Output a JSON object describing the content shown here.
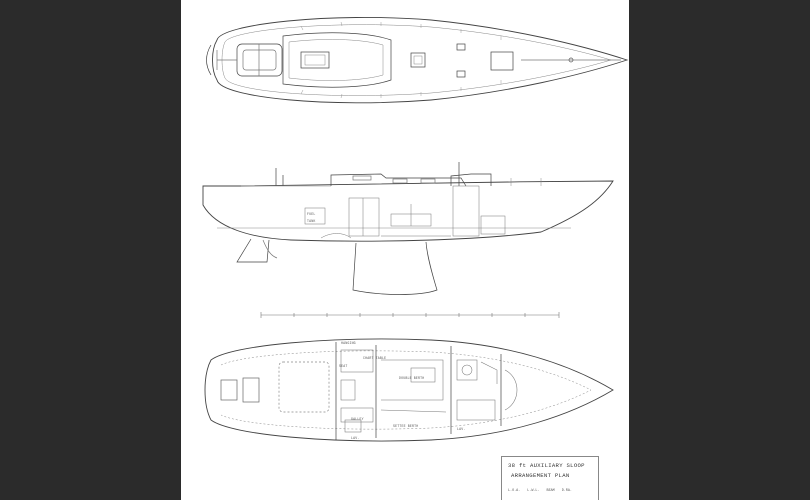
{
  "title_block": {
    "line1": "38 ft AUXILIARY SLOOP",
    "line2": "ARRANGEMENT PLAN",
    "dims": [
      "L.O.A.",
      "L.W.L.",
      "BEAM",
      "D.RA."
    ]
  },
  "labels": {
    "hanging": "HANGING",
    "chart_table": "CHART TABLE",
    "seat": "SEAT",
    "double_berth": "DOUBLE BERTH",
    "settee_berth": "SETTEE BERTH",
    "galley": "GALLEY",
    "lav_aft": "LAV.",
    "lav_fwd": "LAV.",
    "fuel": "FUEL",
    "tank": "TANK"
  }
}
